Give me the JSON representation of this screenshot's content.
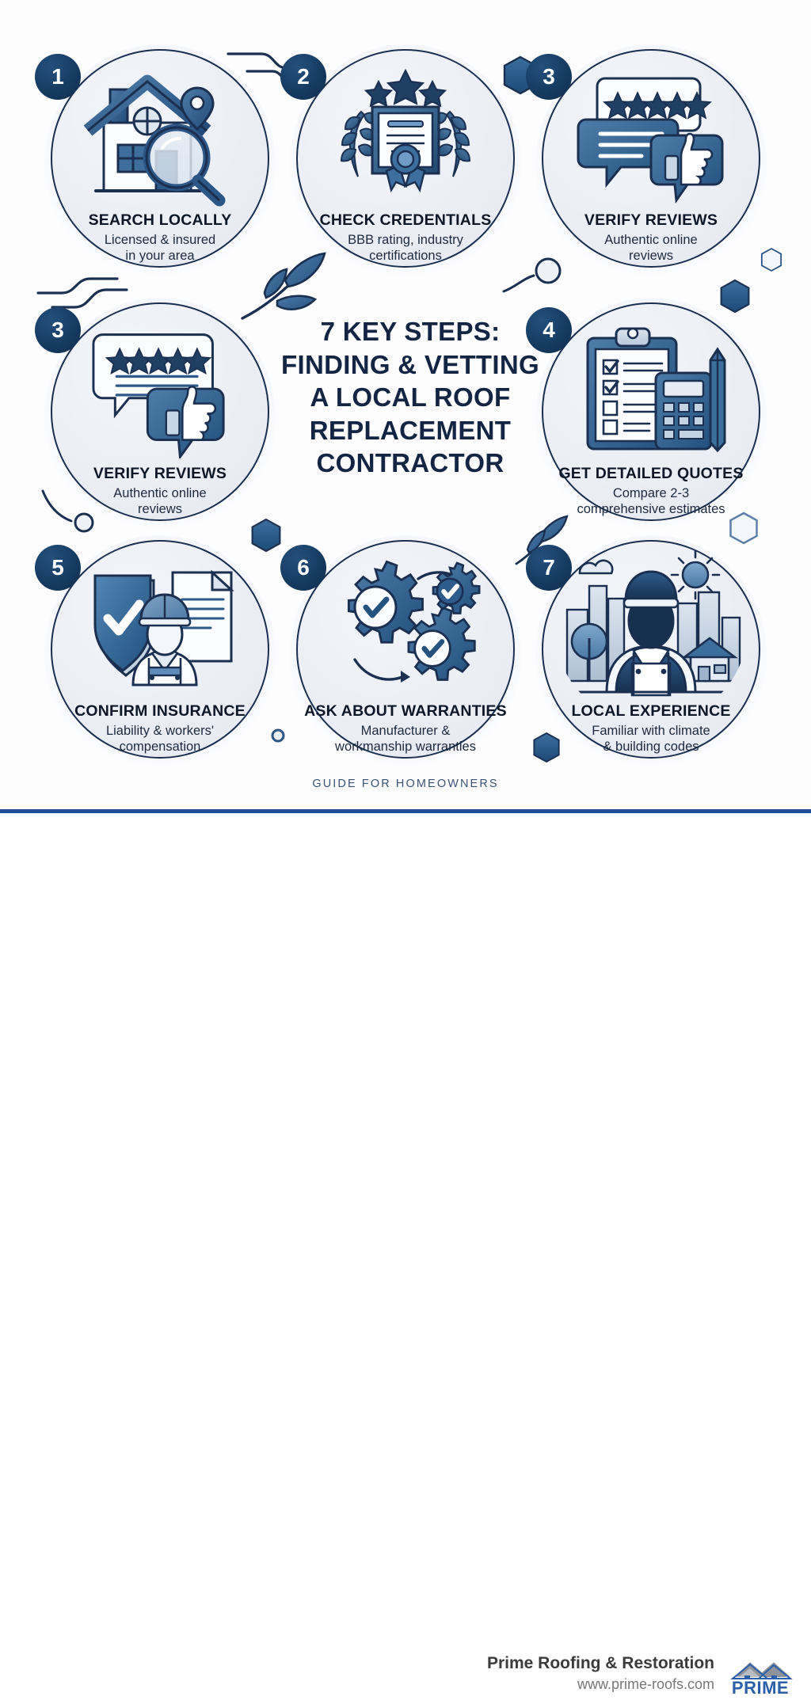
{
  "meta": {
    "colors": {
      "navy_dark": "#142544",
      "navy_badge": "#153a5f",
      "blue_mid": "#2d6296",
      "blue_rule": "#1f4e96",
      "card_bg": "#eef1f6",
      "page_bg": "#fdfdfe"
    }
  },
  "title": {
    "lines": [
      "7 KEY STEPS:",
      "FINDING & VETTING",
      "A LOCAL ROOF",
      "REPLACEMENT",
      "CONTRACTOR"
    ]
  },
  "steps": [
    {
      "number": "1",
      "title": "SEARCH LOCALLY",
      "subtitle_lines": [
        "Licensed & insured",
        "in your area"
      ],
      "icon": "house-magnifier-pin-icon"
    },
    {
      "number": "2",
      "title": "CHECK CREDENTIALS",
      "subtitle_lines": [
        "BBB rating, industry",
        "certifications"
      ],
      "icon": "certificate-laurel-stars-icon"
    },
    {
      "number": "3",
      "title": "VERIFY REVIEWS",
      "subtitle_lines": [
        "Authentic online",
        "reviews"
      ],
      "icon": "review-bubbles-thumbsup-icon"
    },
    {
      "number": "3",
      "title": "VERIFY REVIEWS",
      "subtitle_lines": [
        "Authentic online",
        "reviews"
      ],
      "icon": "review-bubbles-thumbsup-icon"
    },
    {
      "number": "4",
      "title": "GET DETAILED QUOTES",
      "subtitle_lines": [
        "Compare 2-3",
        "comprehensive estimates"
      ],
      "icon": "clipboard-calculator-pencil-icon"
    },
    {
      "number": "5",
      "title": "CONFIRM INSURANCE",
      "subtitle_lines": [
        "Liability & workers'",
        "compensation"
      ],
      "icon": "shield-worker-document-icon"
    },
    {
      "number": "6",
      "title": "ASK ABOUT WARRANTIES",
      "subtitle_lines": [
        "Manufacturer &",
        "workmanship warranties"
      ],
      "icon": "gears-check-icon"
    },
    {
      "number": "7",
      "title": "LOCAL EXPERIENCE",
      "subtitle_lines": [
        "Familiar with climate",
        "& building codes"
      ],
      "icon": "worker-cityscape-sun-icon"
    }
  ],
  "guide_label": "GUIDE FOR HOMEOWNERS",
  "footer": {
    "brand": "Prime Roofing & Restoration",
    "url": "www.prime-roofs.com",
    "logo_text": "PRIME"
  }
}
